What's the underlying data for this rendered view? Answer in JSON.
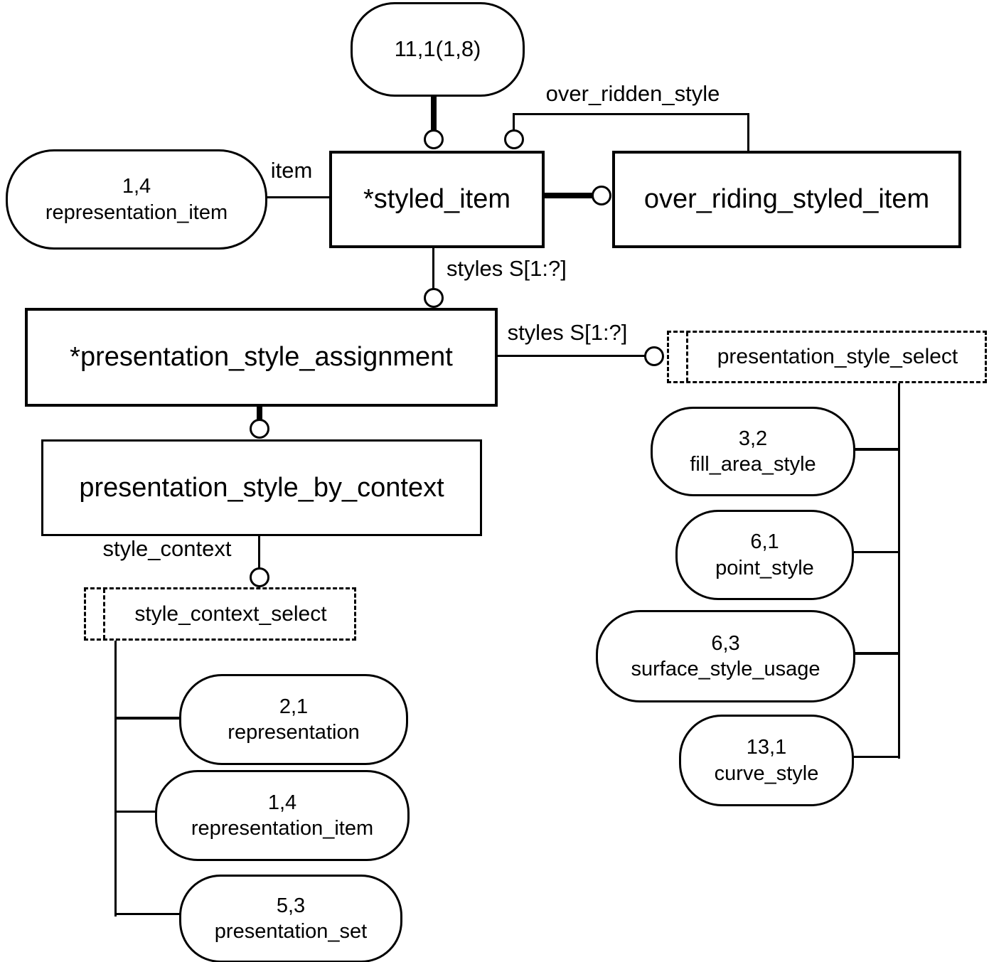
{
  "nodes": {
    "page_ref_top": {
      "label": "11,1(1,8)"
    },
    "representation_item_left": {
      "ref": "1,4",
      "name": "representation_item"
    },
    "styled_item": {
      "name": "*styled_item"
    },
    "over_riding_styled_item": {
      "name": "over_riding_styled_item"
    },
    "presentation_style_assignment": {
      "name": "*presentation_style_assignment"
    },
    "presentation_style_select": {
      "name": "presentation_style_select"
    },
    "fill_area_style": {
      "ref": "3,2",
      "name": "fill_area_style"
    },
    "point_style": {
      "ref": "6,1",
      "name": "point_style"
    },
    "surface_style_usage": {
      "ref": "6,3",
      "name": "surface_style_usage"
    },
    "curve_style": {
      "ref": "13,1",
      "name": "curve_style"
    },
    "presentation_style_by_context": {
      "name": "presentation_style_by_context"
    },
    "style_context_select": {
      "name": "style_context_select"
    },
    "representation": {
      "ref": "2,1",
      "name": "representation"
    },
    "representation_item_bottom": {
      "ref": "1,4",
      "name": "representation_item"
    },
    "presentation_set": {
      "ref": "5,3",
      "name": "presentation_set"
    }
  },
  "edges": {
    "item_label": "item",
    "over_ridden_style_label": "over_ridden_style",
    "styles_top_label": "styles S[1:?]",
    "styles_right_label": "styles S[1:?]",
    "style_context_label": "style_context"
  },
  "colors": {
    "stroke": "#000000",
    "background": "#ffffff"
  }
}
